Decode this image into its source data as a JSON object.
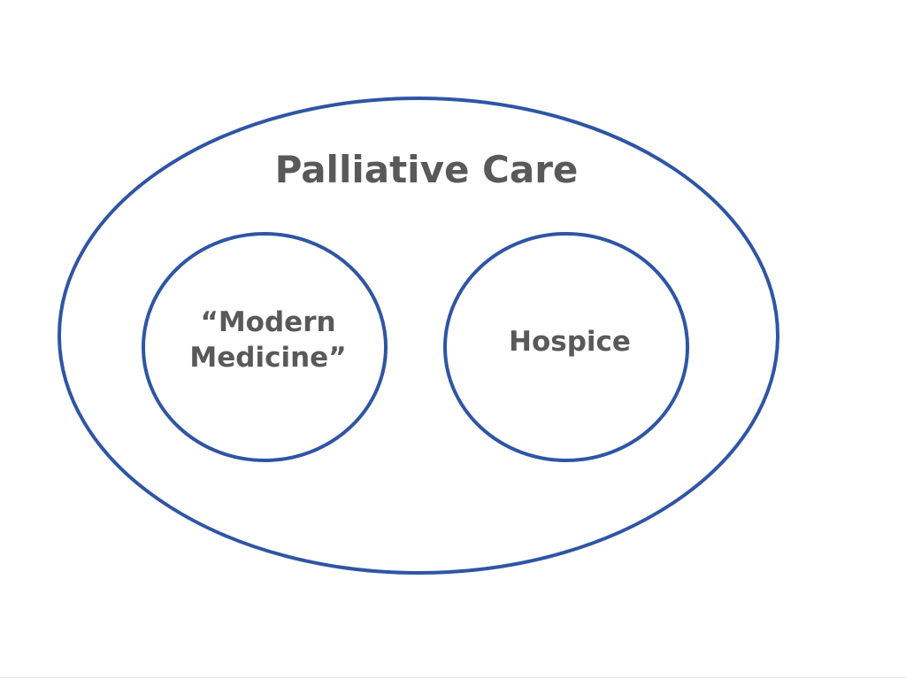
{
  "diagram": {
    "outer": {
      "label": "Palliative Care"
    },
    "left": {
      "line1": "“Modern",
      "line2": "Medicine”"
    },
    "right": {
      "label": "Hospice"
    }
  },
  "colors": {
    "stroke": "#2f55a4",
    "text": "#595959",
    "background": "#ffffff"
  }
}
